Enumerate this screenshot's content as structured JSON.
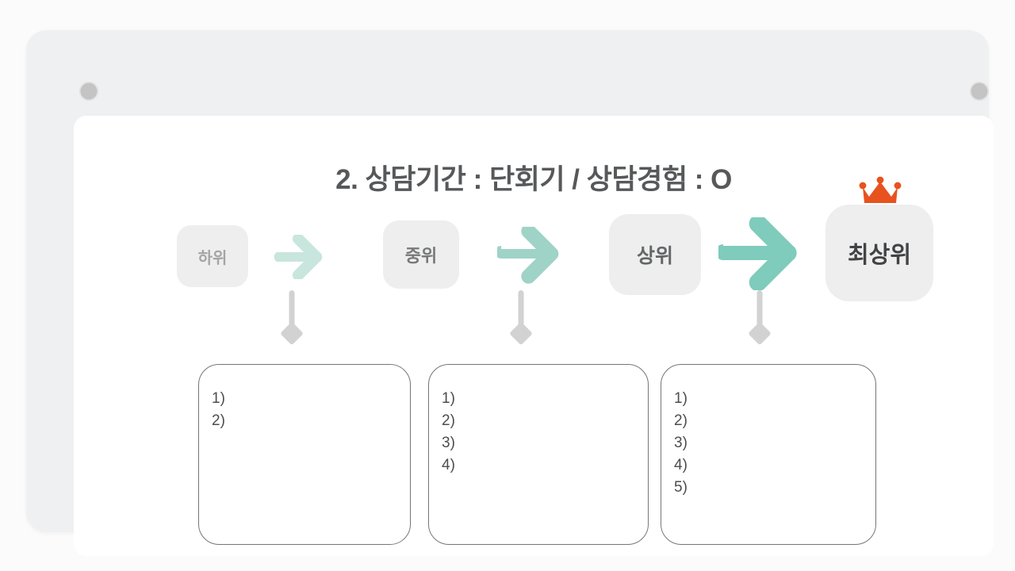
{
  "page": {
    "background_color": "#fbfbfb"
  },
  "window": {
    "frame_color": "#eff0f1",
    "screen_color": "#ffffff",
    "dots": [
      {
        "name": "frame-dot-left",
        "color": "#c4c4c4"
      },
      {
        "name": "frame-dot-right",
        "color": "#c4c4c4"
      }
    ]
  },
  "slide": {
    "title": "2. 상담기간 : 단회기 / 상담경험 : O",
    "title_color": "#56585a"
  },
  "stages": [
    {
      "label": "하위",
      "text_color": "#a4a5a6",
      "box_color": "#eeeeee",
      "crown": false
    },
    {
      "label": "중위",
      "text_color": "#76787a",
      "box_color": "#eeeeee",
      "crown": false
    },
    {
      "label": "상위",
      "text_color": "#646668",
      "box_color": "#eeeeee",
      "crown": false
    },
    {
      "label": "최상위",
      "text_color": "#414345",
      "box_color": "#eeeeee",
      "crown": true
    }
  ],
  "arrows": [
    {
      "name": "stage-arrow-1",
      "color": "#c8e6dd"
    },
    {
      "name": "stage-arrow-2",
      "color": "#9fd3c7"
    },
    {
      "name": "stage-arrow-3",
      "color": "#7fcbbc"
    }
  ],
  "crown": {
    "name": "crown-icon",
    "color": "#e8521f",
    "points": 3
  },
  "connectors": [
    {
      "name": "connector-1",
      "color": "#d2d2d2"
    },
    {
      "name": "connector-2",
      "color": "#d2d2d2"
    },
    {
      "name": "connector-3",
      "color": "#d2d2d2"
    }
  ],
  "content_boxes": [
    {
      "name": "content-box-1",
      "border_color": "#767676",
      "items": [
        "1)",
        "2)"
      ]
    },
    {
      "name": "content-box-2",
      "border_color": "#767676",
      "items": [
        "1)",
        "2)",
        "3)",
        "4)"
      ]
    },
    {
      "name": "content-box-3",
      "border_color": "#767676",
      "items": [
        "1)",
        "2)",
        "3)",
        "4)",
        "5)"
      ]
    }
  ]
}
